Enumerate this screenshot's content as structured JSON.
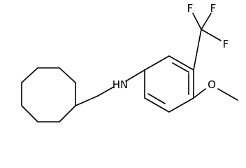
{
  "molecule": {
    "atoms": {
      "amine": "HN",
      "fluorine_1": "F",
      "fluorine_2": "F",
      "fluorine_3": "F",
      "oxygen": "O"
    }
  }
}
